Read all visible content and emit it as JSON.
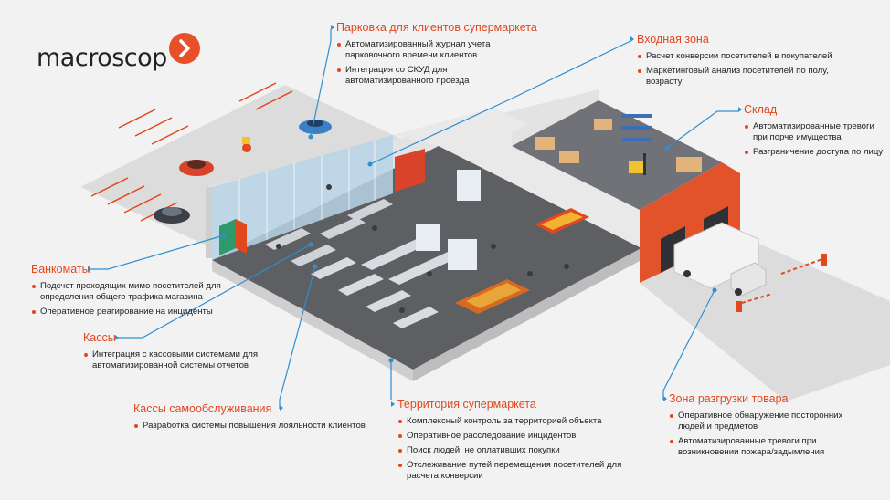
{
  "logo": {
    "text": "macroscop",
    "mark_icon": "chevron-right-icon",
    "accent": "#e8502a"
  },
  "colors": {
    "accent": "#e2471e",
    "line": "#2f8fd0",
    "text": "#222222"
  },
  "callouts": {
    "parking": {
      "title": "Парковка для клиентов супермаркета",
      "items": [
        "Автоматизированный журнал учета парковочного времени клиентов",
        "Интеграция со СКУД для автоматизированного проезда"
      ]
    },
    "entrance": {
      "title": "Входная зона",
      "items": [
        "Расчет конверсии посетителей в покупателей",
        "Маркетинговый анализ посетителей по полу, возрасту"
      ]
    },
    "warehouse": {
      "title": "Склад",
      "items": [
        "Автоматизированные тревоги при порче имущества",
        "Разграничение доступа по лицу"
      ]
    },
    "atm": {
      "title": "Банкоматы",
      "items": [
        "Подсчет проходящих мимо посетителей для определения общего трафика магазина",
        "Оперативное реагирование на инциденты"
      ]
    },
    "cashier": {
      "title": "Кассы",
      "items": [
        "Интеграция с кассовыми системами для автоматизированной системы отчетов"
      ]
    },
    "selfcheckout": {
      "title": "Кассы самообслуживания",
      "items": [
        "Разработка системы повышения лояльности клиентов"
      ]
    },
    "territory": {
      "title": "Территория супермаркета",
      "items": [
        "Комплексный контроль за территорией объекта",
        "Оперативное расследование инцидентов",
        "Поиск людей, не оплативших покупки",
        "Отслеживание путей перемещения посетителей для расчета конверсии"
      ]
    },
    "unloading": {
      "title": "Зона разгрузки товара",
      "items": [
        "Оперативное обнаружение посторонних людей и предметов",
        "Автоматизированные тревоги при возникновении пожара/задымления"
      ]
    }
  }
}
